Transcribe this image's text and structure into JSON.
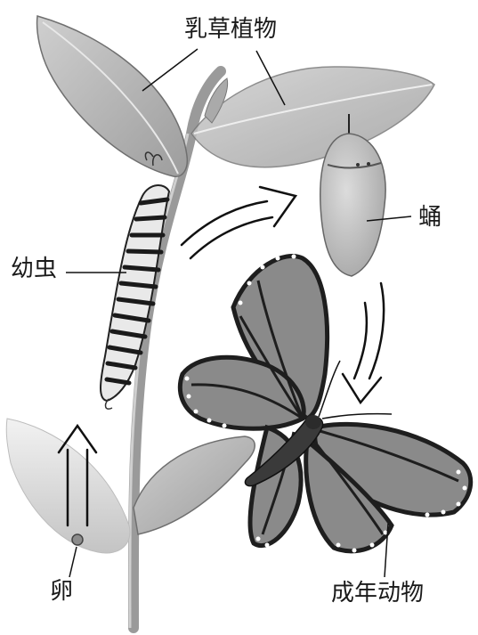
{
  "labels": {
    "milkweed_plant": "乳草植物",
    "pupa": "蛹",
    "larva": "幼虫",
    "egg": "卵",
    "adult": "成年动物"
  },
  "colors": {
    "background": "#ffffff",
    "ink": "#1a1a1a",
    "leaf": "#b5b5b5",
    "stem": "#9a9a9a",
    "wing": "#8c8c8c",
    "wing_vein": "#222222"
  }
}
